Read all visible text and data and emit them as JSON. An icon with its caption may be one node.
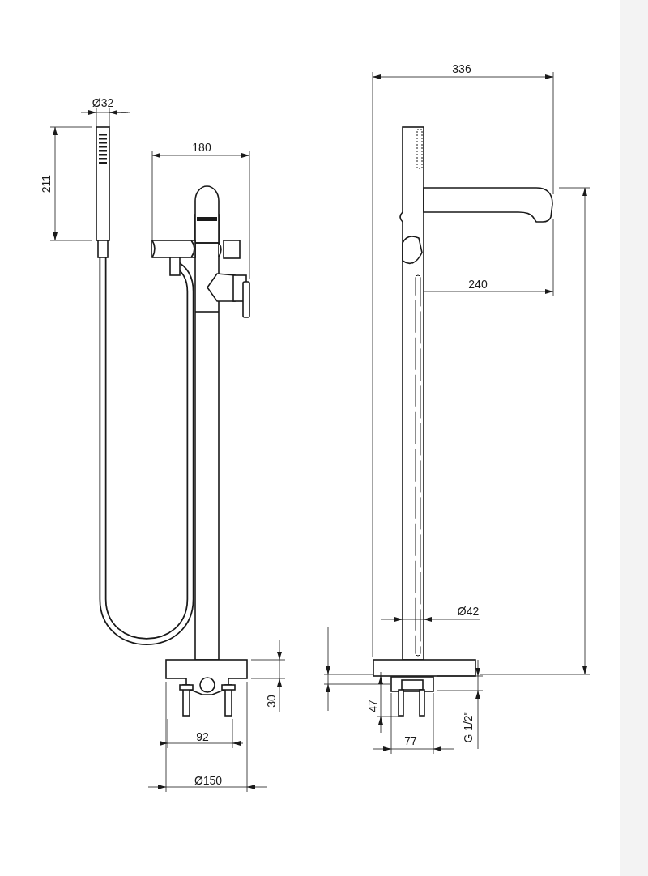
{
  "diagram": {
    "labels": [
      "336",
      "Ø32",
      "180",
      "211",
      "240",
      "Ø42",
      "30",
      "47",
      "G 1/2\"",
      "92",
      "77",
      "Ø150"
    ]
  }
}
